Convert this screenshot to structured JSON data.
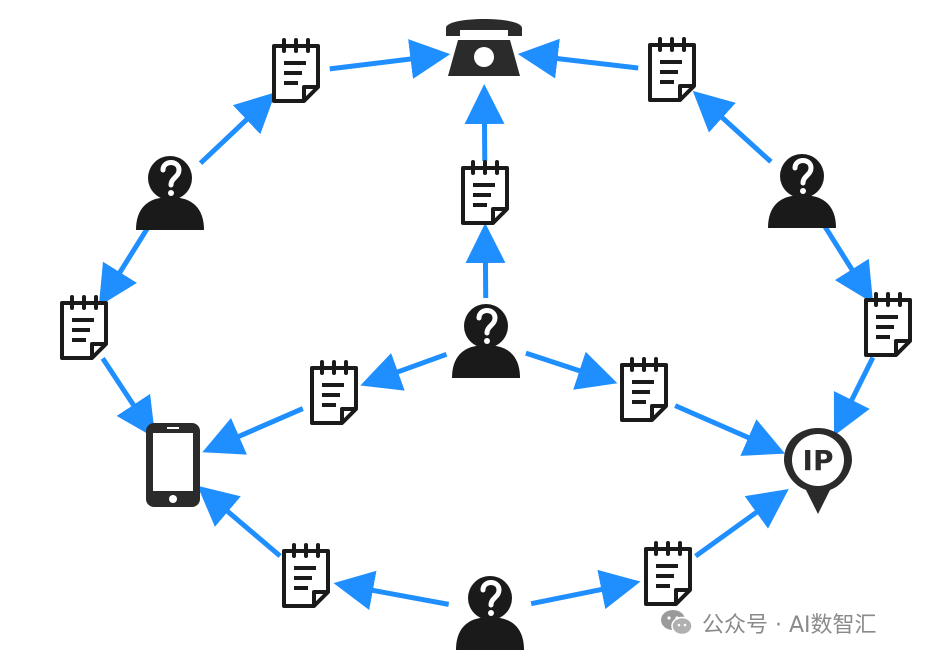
{
  "nodes": [
    {
      "id": "phone",
      "type": "telephone"
    },
    {
      "id": "mobile",
      "type": "mobile"
    },
    {
      "id": "ip",
      "type": "ip-pin",
      "label": "IP"
    },
    {
      "id": "person-left",
      "type": "person"
    },
    {
      "id": "person-right",
      "type": "person"
    },
    {
      "id": "person-center",
      "type": "person"
    },
    {
      "id": "person-bottom",
      "type": "person"
    },
    {
      "id": "doc-top-left",
      "type": "document"
    },
    {
      "id": "doc-top-right",
      "type": "document"
    },
    {
      "id": "doc-center-top",
      "type": "document"
    },
    {
      "id": "doc-left",
      "type": "document"
    },
    {
      "id": "doc-right",
      "type": "document"
    },
    {
      "id": "doc-center-left",
      "type": "document"
    },
    {
      "id": "doc-center-right",
      "type": "document"
    },
    {
      "id": "doc-bottom-left",
      "type": "document"
    },
    {
      "id": "doc-bottom-right",
      "type": "document"
    }
  ],
  "edges": [
    {
      "from": "person-left",
      "to": "doc-top-left"
    },
    {
      "from": "doc-top-left",
      "to": "phone"
    },
    {
      "from": "doc-top-right",
      "to": "phone"
    },
    {
      "from": "person-right",
      "to": "doc-top-right"
    },
    {
      "from": "person-left",
      "to": "doc-left"
    },
    {
      "from": "doc-left",
      "to": "mobile"
    },
    {
      "from": "person-right",
      "to": "doc-right"
    },
    {
      "from": "doc-right",
      "to": "ip"
    },
    {
      "from": "person-center",
      "to": "doc-center-top"
    },
    {
      "from": "doc-center-top",
      "to": "phone"
    },
    {
      "from": "person-center",
      "to": "doc-center-left"
    },
    {
      "from": "doc-center-left",
      "to": "mobile"
    },
    {
      "from": "person-center",
      "to": "doc-center-right"
    },
    {
      "from": "doc-center-right",
      "to": "ip"
    },
    {
      "from": "person-bottom",
      "to": "doc-bottom-left"
    },
    {
      "from": "doc-bottom-left",
      "to": "mobile"
    },
    {
      "from": "person-bottom",
      "to": "doc-bottom-right"
    },
    {
      "from": "doc-bottom-right",
      "to": "ip"
    }
  ],
  "colors": {
    "arrow": "#1f8fff",
    "icon": "#1a1a1a",
    "phone": "#2b2b2b",
    "watermark": "#8a8a8a"
  },
  "watermark": {
    "text": "公众号 · AI数智汇",
    "icon": "wechat-icon"
  }
}
